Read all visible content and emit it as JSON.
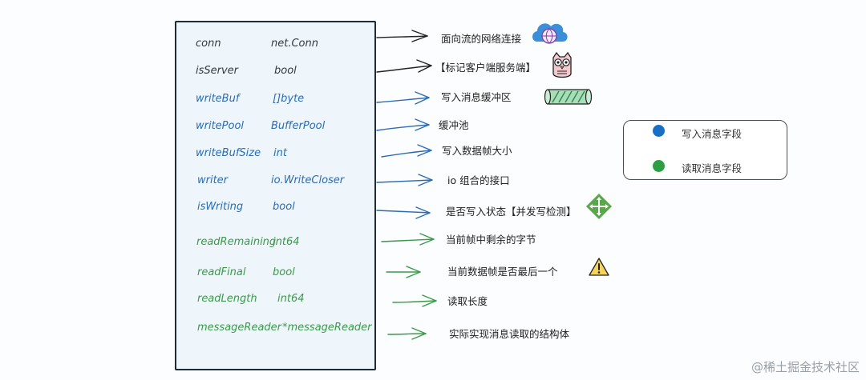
{
  "fields": [
    {
      "name": "conn",
      "type": "net.Conn",
      "kind": "plain",
      "desc": "面向流的网络连接",
      "icon": "cloud-globe-icon"
    },
    {
      "name": "isServer",
      "type": "bool",
      "kind": "plain",
      "desc": "【标记客户端服务端】",
      "icon": "owl-icon"
    },
    {
      "name": "writeBuf",
      "type": "[]byte",
      "kind": "write",
      "desc": "写入消息缓冲区",
      "icon": "pipe-icon"
    },
    {
      "name": "writePool",
      "type": "BufferPool",
      "kind": "write",
      "desc": "缓冲池"
    },
    {
      "name": "writeBufSize",
      "type": "int",
      "kind": "write",
      "desc": "写入数据帧大小"
    },
    {
      "name": "writer",
      "type": "io.WriteCloser",
      "kind": "write",
      "desc": "io  组合的接口"
    },
    {
      "name": "isWriting",
      "type": "bool",
      "kind": "write",
      "desc": "是否写入状态【并发写检测】",
      "icon": "move-arrows-icon"
    },
    {
      "name": "readRemaining",
      "type": "int64",
      "kind": "read",
      "desc": "当前帧中剩余的字节"
    },
    {
      "name": "readFinal",
      "type": "bool",
      "kind": "read",
      "desc": "当前数据帧是否最后一个",
      "icon": "warning-icon"
    },
    {
      "name": "readLength",
      "type": "int64",
      "kind": "read",
      "desc": "读取长度"
    },
    {
      "name": "messageReader",
      "type": "*messageReader",
      "kind": "read",
      "desc": "实际实现消息读取的结构体"
    }
  ],
  "legend": {
    "write_label": "写入消息字段",
    "read_label": "读取消息字段",
    "write_color": "#1a6fc4",
    "read_color": "#2e9e44"
  },
  "colors": {
    "plain": "#333a40",
    "write": "#2b6cb4",
    "read": "#3a9a4a"
  },
  "watermark": "@稀土掘金技术社区"
}
